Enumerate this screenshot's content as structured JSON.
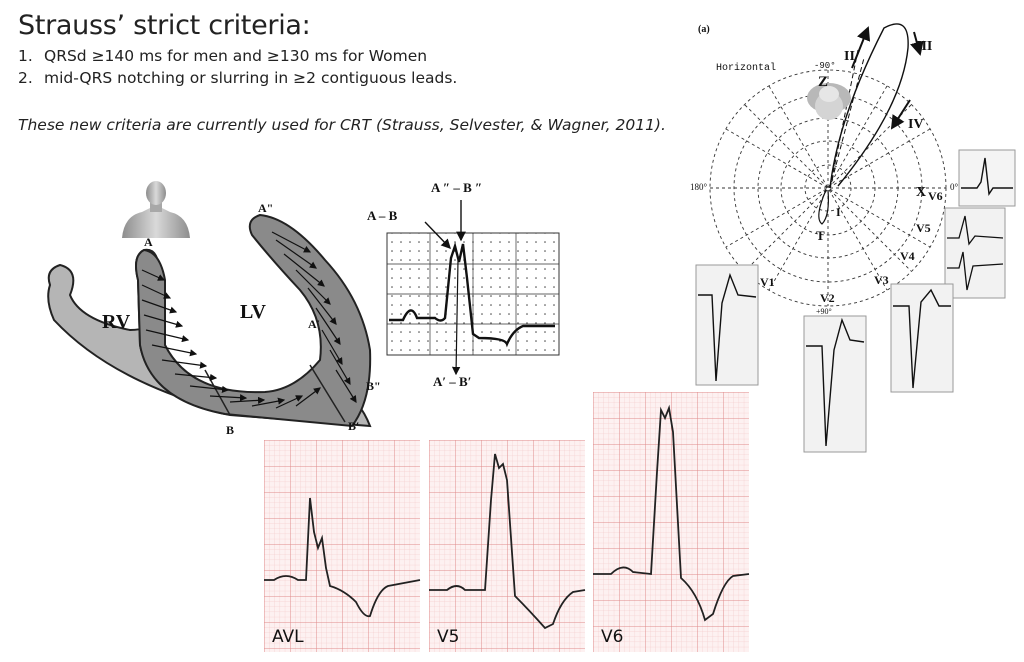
{
  "slide": {
    "title": "Strauss’ strict criteria:",
    "criteria": [
      {
        "num": "1.",
        "text": "QRSd ≥140 ms for men and ≥130 ms for Women"
      },
      {
        "num": "2.",
        "text": "mid-QRS notching or slurring in ≥2 contiguous leads."
      }
    ],
    "note": "These new criteria are currently used for CRT (Strauss, Selvester, & Wagner, 2011)."
  },
  "heart_diagram": {
    "rv_label": "RV",
    "lv_label": "LV",
    "points": [
      "A",
      "A\"",
      "A′",
      "B",
      "B′",
      "B\""
    ]
  },
  "ecg_inset": {
    "top_label": "A ″  – B ″",
    "left_label": "A – B",
    "bottom_label": "A′  – B′"
  },
  "vector_diagram": {
    "panel_label": "(a)",
    "plane": "Horizontal",
    "angle_top": "-90°",
    "angle_left": "180°",
    "angle_right": "0°",
    "angle_bottom": "+90°",
    "loops": [
      "II",
      "III",
      "IV",
      "I"
    ],
    "axis_z": "Z",
    "axis_x": "X",
    "t_label": "T",
    "leads": [
      "V1",
      "V2",
      "V3",
      "V4",
      "V5",
      "V6"
    ]
  },
  "ecg_strips": [
    {
      "lead": "AVL"
    },
    {
      "lead": "V5"
    },
    {
      "lead": "V6"
    }
  ],
  "colors": {
    "ecg_grid": "#e8a0a0",
    "ecg_bg": "#fdf1f1",
    "heart_dark": "#8a8a8a",
    "heart_light": "#b5b5b5"
  }
}
